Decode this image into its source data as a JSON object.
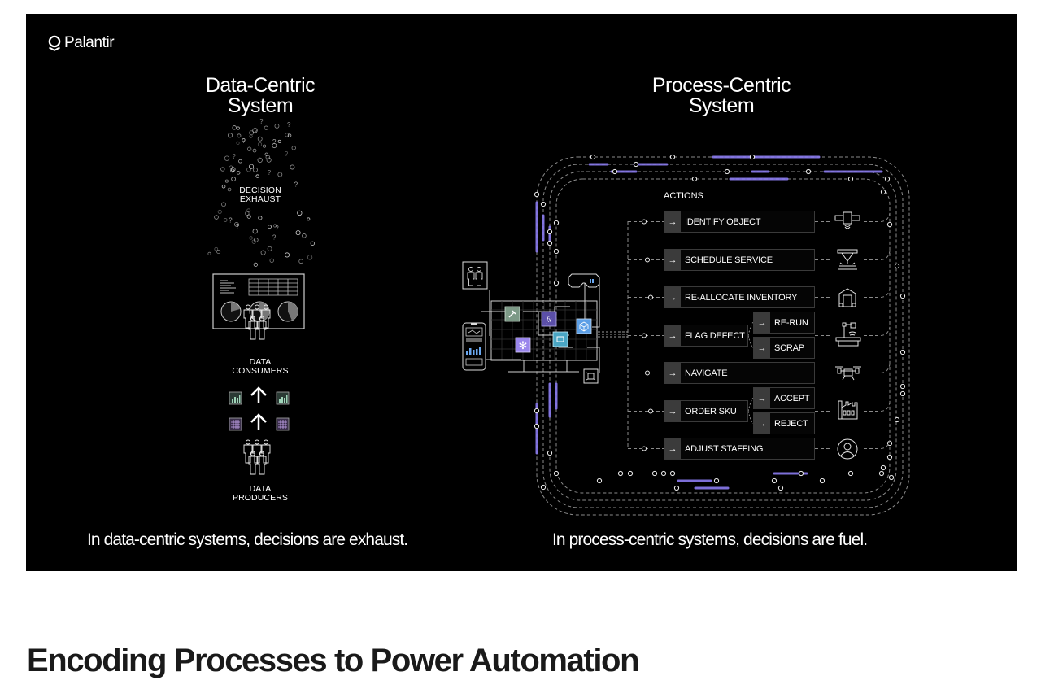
{
  "brand": {
    "name": "Palantir",
    "icon": "palantir-logo-icon"
  },
  "left_system": {
    "title_line1": "Data-Centric",
    "title_line2": "System",
    "decision_exhaust_line1": "DECISION",
    "decision_exhaust_line2": "EXHAUST",
    "consumers_line1": "DATA",
    "consumers_line2": "CONSUMERS",
    "producers_line1": "DATA",
    "producers_line2": "PRODUCERS",
    "caption": "In data-centric systems, decisions are exhaust.",
    "icons": [
      "question-particle-icon",
      "dashboard-icon",
      "pie-chart-icon",
      "people-group-icon",
      "bar-chart-icon",
      "up-arrow-icon",
      "table-grid-icon"
    ]
  },
  "right_system": {
    "title_line1": "Process-Centric",
    "title_line2": "System",
    "actions_heading": "ACTIONS",
    "actions": [
      {
        "label": "IDENTIFY OBJECT",
        "icon": "satellite-icon"
      },
      {
        "label": "SCHEDULE SERVICE",
        "icon": "laser-cutter-icon"
      },
      {
        "label": "RE-ALLOCATE INVENTORY",
        "icon": "warehouse-icon"
      },
      {
        "label": "FLAG DEFECT",
        "icon": "inspection-machine-icon",
        "branches": [
          "RE-RUN",
          "SCRAP"
        ]
      },
      {
        "label": "NAVIGATE",
        "icon": "drone-icon"
      },
      {
        "label": "ORDER SKU",
        "icon": "factory-icon",
        "branches": [
          "ACCEPT",
          "REJECT"
        ]
      },
      {
        "label": "ADJUST STAFFING",
        "icon": "person-icon"
      }
    ],
    "arrow_glyph": "→",
    "hub_icons": [
      "people-icon",
      "phone-icon",
      "vr-headset-icon",
      "hammer-icon",
      "function-icon",
      "cube-icon",
      "object-icon",
      "asterisk-icon",
      "connector-icon"
    ],
    "caption": "In process-centric systems, decisions are fuel."
  },
  "colors": {
    "panel_bg": "#000000",
    "accent_purple": "#8b7cf0",
    "hub_green": "#7d9a87",
    "hub_purple": "#5b4fa8",
    "hub_blue": "#5c9fe6",
    "hub_teal": "#4aa6c4",
    "hub_lavender": "#9a86ec"
  },
  "article": {
    "heading": "Encoding Processes to Power Automation"
  }
}
